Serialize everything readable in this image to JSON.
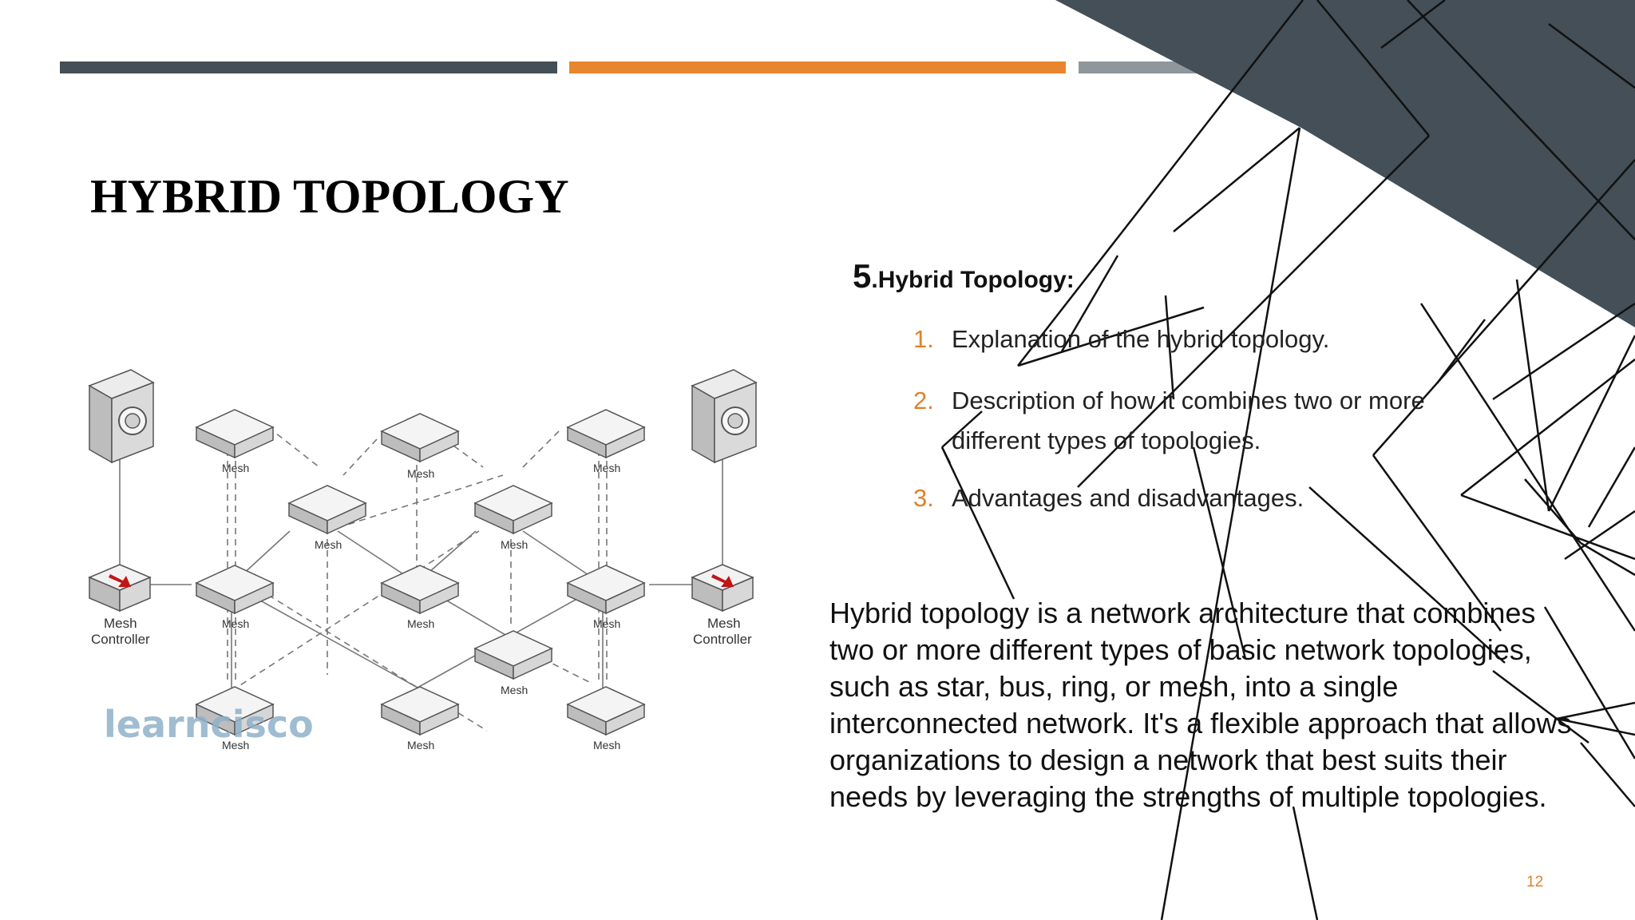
{
  "slide": {
    "title": "HYBRID TOPOLOGY",
    "section_number": "5",
    "section_heading": ".Hybrid Topology:",
    "list_items": [
      {
        "marker": "1.",
        "text": "Explanation of the hybrid topology."
      },
      {
        "marker": "2.",
        "text": "Description of how it combines two or more different types of topologies."
      },
      {
        "marker": "3.",
        "text": "Advantages and disadvantages."
      }
    ],
    "paragraph": "Hybrid topology is a network architecture that combines two or more different types of basic network topologies, such as star, bus, ring, or mesh, into a single interconnected network. It's a flexible approach that allows organizations to design a network that best suits their needs by leveraging the strengths of multiple topologies.",
    "page_number": "12"
  },
  "diagram": {
    "node_label": "Mesh",
    "controller_label_line1": "Mesh",
    "controller_label_line2": "Controller",
    "watermark": "learncisco"
  },
  "colors": {
    "accent": "#e8862e",
    "dark_slate": "#444f57",
    "gray_bar": "#8f979d"
  }
}
